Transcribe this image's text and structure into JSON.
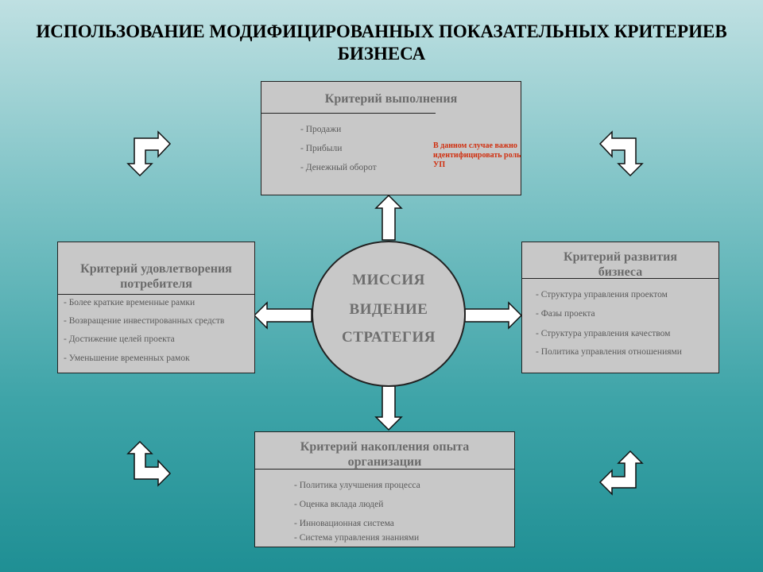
{
  "title": {
    "line1": "ИСПОЛЬЗОВАНИЕ МОДИФИЦИРОВАННЫХ ПОКАЗАТЕЛЬНЫХ КРИТЕРИЕВ",
    "line2": "БИЗНЕСА"
  },
  "center": {
    "lines": [
      "МИССИЯ",
      "ВИДЕНИЕ",
      "СТРАТЕГИЯ"
    ]
  },
  "boxes": {
    "top": {
      "title": "Критерий выполнения",
      "items": [
        "- Продажи",
        "- Прибыли",
        "- Денежный оборот"
      ],
      "note": "В данном случае важно идентифицировать роль УП"
    },
    "left": {
      "title": "Критерий удовлетворения потребителя",
      "items": [
        "- Более краткие временные рамки",
        "- Возвращение инвестированных средств",
        "- Достижение целей проекта",
        "- Уменьшение временных рамок"
      ]
    },
    "right": {
      "title": "Критерий развития бизнеса",
      "items": [
        "- Структура управления проектом",
        "- Фазы проекта",
        "- Структура управления качеством",
        "- Политика управления отношениями"
      ]
    },
    "bottom": {
      "title": "Критерий накопления опыта организации",
      "items": [
        "- Политика улучшения процесса",
        "- Оценка вклада людей",
        "- Инновационная система",
        "- Система управления знаниями"
      ]
    }
  },
  "colors": {
    "box_fill": "#c8c8c8",
    "note_text": "#d03010",
    "title_text": "#000000"
  }
}
